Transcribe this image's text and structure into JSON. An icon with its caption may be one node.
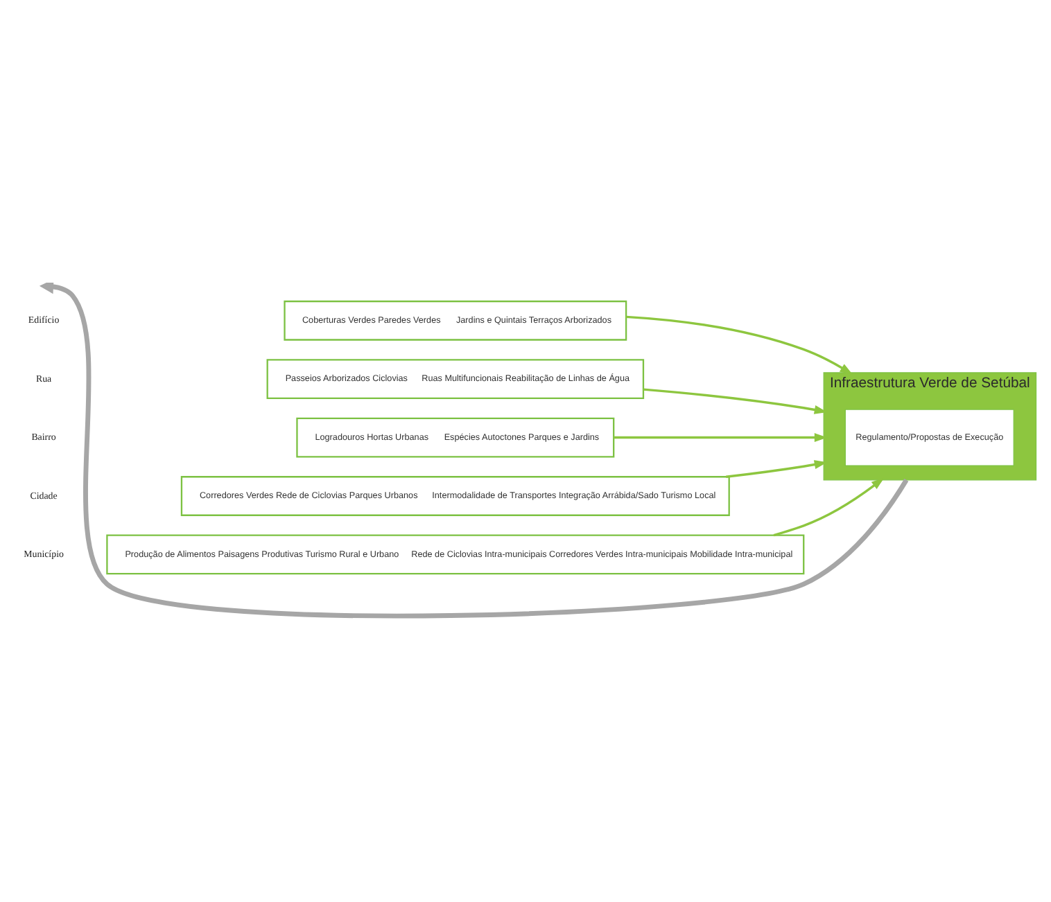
{
  "diagram": {
    "nodes": [
      {
        "text": [
          "Coberturas Verdes Paredes Verdes",
          "Jardins e Quintais Terraços Arborizados"
        ]
      },
      {
        "text": [
          "Passeios Arborizados Ciclovias",
          "Ruas Multifuncionais Reabilitação de Linhas de Água"
        ]
      },
      {
        "text": [
          "Logradouros Hortas Urbanas",
          "Espécies Autoctones Parques e Jardins"
        ]
      },
      {
        "text": [
          "Corredores Verdes Rede de Ciclovias Parques Urbanos",
          "Intermodalidade de Transportes Integração Arrábida/Sado Turismo Local"
        ]
      },
      {
        "text": [
          "Produção de Alimentos Paisagens Produtivas Turismo Rural e Urbano",
          "Rede de Ciclovias Intra-municipais Corredores Verdes Intra-municipais Mobilidade Intra-municipal"
        ]
      },
      {
        "text": [
          "Infraestrutura Verde de Setúbal"
        ]
      },
      {
        "text": [
          "Regulamento/Propostas de Execução"
        ],
        "in": 5
      }
    ],
    "edges": [
      {
        "from": 0,
        "to": 5,
        "arrow": "to"
      },
      {
        "from": 1,
        "to": 5,
        "arrow": "to"
      },
      {
        "from": 2,
        "to": 5,
        "arrow": "to"
      },
      {
        "from": 3,
        "to": 5,
        "arrow": "to"
      },
      {
        "from": 4,
        "to": 5,
        "arrow": "to"
      },
      {
        "from": 5,
        "to": null,
        "arrow": "to",
        "style": "thick",
        "color": "#a6a6a6"
      }
    ],
    "labels": [
      "Edifício",
      "Rua",
      "Bairro",
      "Cidade",
      "Município"
    ]
  }
}
